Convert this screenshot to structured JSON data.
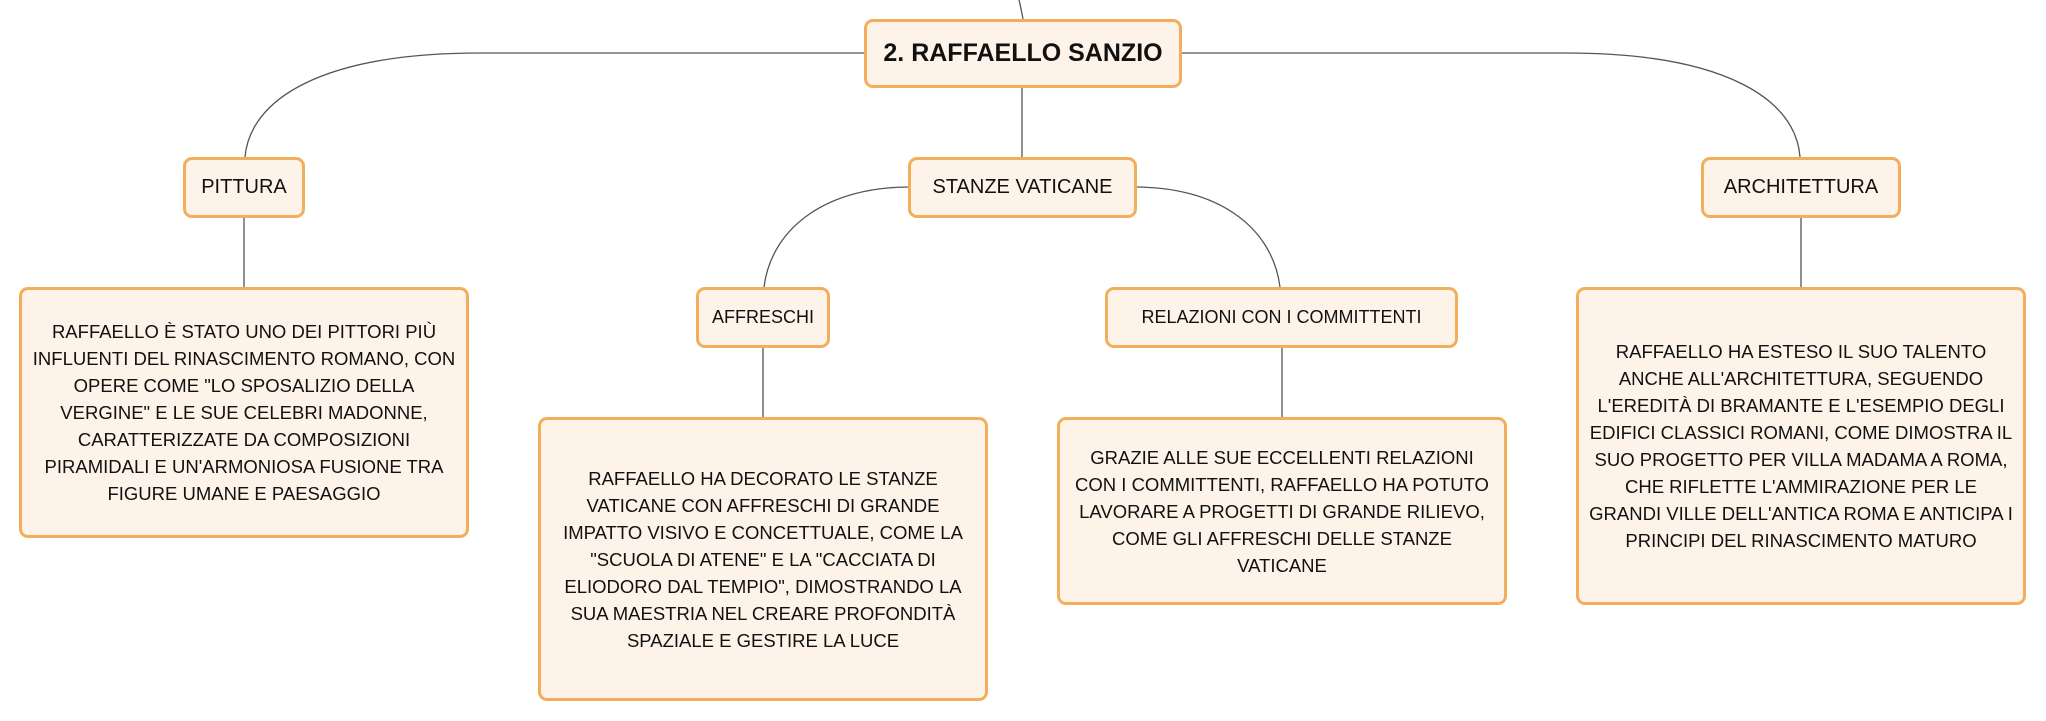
{
  "mindmap": {
    "root": "2. RAFFAELLO SANZIO",
    "branches": {
      "pittura": {
        "label": "PITTURA",
        "description": "RAFFAELLO È STATO UNO DEI PITTORI PIÙ INFLUENTI DEL RINASCIMENTO ROMANO, CON OPERE COME \"LO SPOSALIZIO DELLA VERGINE\" E LE SUE CELEBRI MADONNE, CARATTERIZZATE DA COMPOSIZIONI PIRAMIDALI E UN'ARMONIOSA FUSIONE TRA FIGURE UMANE E PAESAGGIO"
      },
      "stanze": {
        "label": "STANZE VATICANE",
        "affreschi": {
          "label": "AFFRESCHI",
          "description": "RAFFAELLO HA DECORATO LE STANZE VATICANE CON AFFRESCHI DI GRANDE IMPATTO VISIVO E CONCETTUALE, COME LA \"SCUOLA DI ATENE\" E LA \"CACCIATA DI ELIODORO DAL TEMPIO\", DIMOSTRANDO LA SUA MAESTRIA NEL CREARE PROFONDITÀ SPAZIALE E GESTIRE LA LUCE"
        },
        "relazioni": {
          "label": "RELAZIONI CON I COMMITTENTI",
          "description": "GRAZIE ALLE SUE ECCELLENTI RELAZIONI CON I COMMITTENTI, RAFFAELLO HA POTUTO LAVORARE A PROGETTI DI GRANDE RILIEVO, COME GLI AFFRESCHI DELLE STANZE VATICANE"
        }
      },
      "architettura": {
        "label": "ARCHITETTURA",
        "description": "RAFFAELLO HA ESTESO IL SUO TALENTO ANCHE ALL'ARCHITETTURA, SEGUENDO L'EREDITÀ DI BRAMANTE E L'ESEMPIO DEGLI EDIFICI CLASSICI ROMANI, COME DIMOSTRA IL SUO PROGETTO PER VILLA MADAMA A ROMA, CHE RIFLETTE L'AMMIRAZIONE PER LE GRANDI VILLE DELL'ANTICA ROMA E ANTICIPA I PRINCIPI DEL RINASCIMENTO MATURO"
      }
    },
    "colors": {
      "node_border": "#f3ae5c",
      "node_fill": "#fdf3e8",
      "connector": "#555555",
      "text": "#111111"
    }
  }
}
